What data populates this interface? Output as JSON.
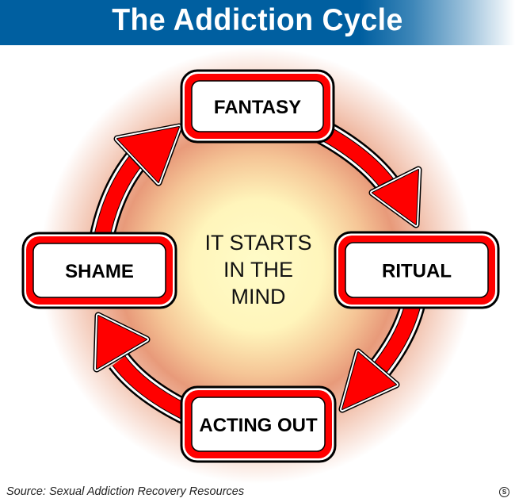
{
  "header": {
    "title": "The Addiction Cycle"
  },
  "colors": {
    "header_blue": "#005fa0",
    "arrow_red": "#ff0000",
    "glow_center": "#fffbc8",
    "glow_ring": "#e89878"
  },
  "cycle": {
    "center_text": [
      "IT STARTS",
      "IN THE",
      "MIND"
    ],
    "nodes": [
      {
        "id": "fantasy",
        "label": "FANTASY"
      },
      {
        "id": "ritual",
        "label": "RITUAL"
      },
      {
        "id": "acting-out",
        "label": "ACTING OUT"
      },
      {
        "id": "shame",
        "label": "SHAME"
      }
    ],
    "arrows": [
      {
        "from": "fantasy",
        "to": "ritual"
      },
      {
        "from": "ritual",
        "to": "acting-out"
      },
      {
        "from": "acting-out",
        "to": "shame"
      },
      {
        "from": "shame",
        "to": "fantasy"
      }
    ]
  },
  "footer": {
    "source": "Source: Sexual Addiction Recovery Resources",
    "logo_glyph": "S"
  }
}
